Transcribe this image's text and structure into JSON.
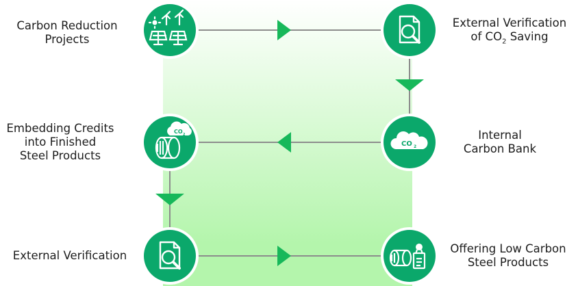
{
  "colors": {
    "node_fill": "#0ba86b",
    "node_ring": "#ffffff",
    "arrow_fill": "#17b85a",
    "connector": "#8c8c8c",
    "band_top": "#ffffff",
    "band_bottom": "#b4f5ac",
    "label_text": "#1c1c1c"
  },
  "nodes": [
    {
      "id": "carbon-reduction-projects",
      "icon": "solar-wind-icon",
      "label_lines": [
        "Carbon Reduction",
        "Projects"
      ]
    },
    {
      "id": "external-verification-co2",
      "icon": "document-search-icon",
      "label_lines": [
        "External Verification",
        "of CO"
      ],
      "label_sub": "2",
      "label_tail": " Saving"
    },
    {
      "id": "internal-carbon-bank",
      "icon": "co2-cloud-icon",
      "icon_text": "CO",
      "icon_sub": "2",
      "label_lines": [
        "Internal",
        "Carbon Bank"
      ]
    },
    {
      "id": "embedding-credits",
      "icon": "steel-coils-co2-icon",
      "icon_text": "CO",
      "icon_sub": "2",
      "label_lines": [
        "Embedding Credits",
        "into Finished",
        "Steel Products"
      ]
    },
    {
      "id": "external-verification",
      "icon": "document-search-icon",
      "label_lines": [
        "External Verification"
      ]
    },
    {
      "id": "offering-low-carbon",
      "icon": "steel-coil-certificate-icon",
      "label_lines": [
        "Offering Low Carbon",
        "Steel Products"
      ]
    }
  ],
  "flows": [
    {
      "from": "carbon-reduction-projects",
      "to": "external-verification-co2",
      "direction": "right"
    },
    {
      "from": "external-verification-co2",
      "to": "internal-carbon-bank",
      "direction": "down"
    },
    {
      "from": "internal-carbon-bank",
      "to": "embedding-credits",
      "direction": "left"
    },
    {
      "from": "embedding-credits",
      "to": "external-verification",
      "direction": "down"
    },
    {
      "from": "external-verification",
      "to": "offering-low-carbon",
      "direction": "right"
    }
  ]
}
